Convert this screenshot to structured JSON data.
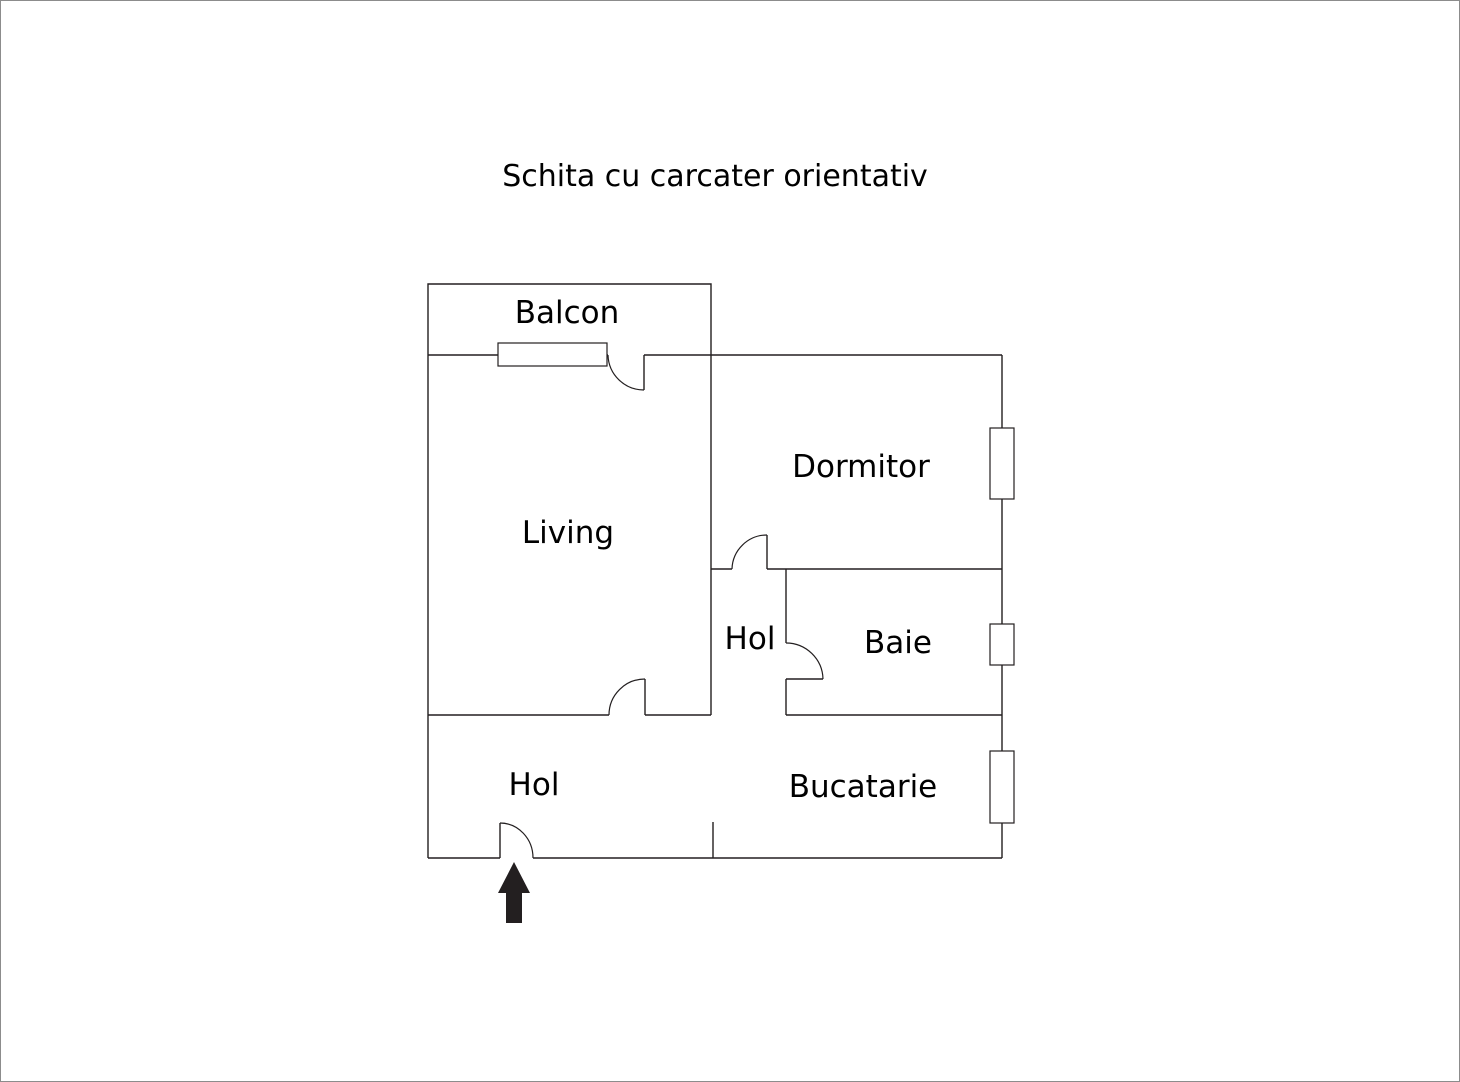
{
  "title": "Schita cu carcater orientativ",
  "rooms": {
    "balcon": "Balcon",
    "living": "Living",
    "dormitor": "Dormitor",
    "hol_small": "Hol",
    "baie": "Baie",
    "hol_entry": "Hol",
    "bucatarie": "Bucatarie"
  },
  "colors": {
    "line": "#231f20",
    "arrow": "#231f20",
    "border": "#8c8c8c"
  }
}
